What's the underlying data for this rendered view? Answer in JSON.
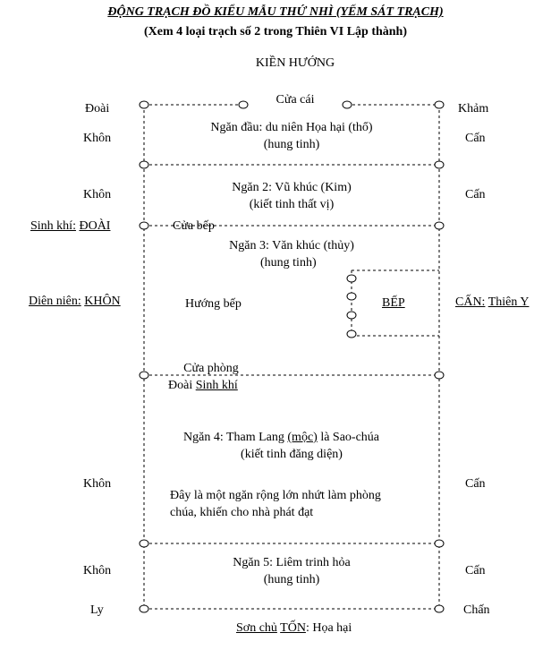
{
  "title": "ĐỘNG TRẠCH ĐỒ KIỂU MẪU THỨ NHÌ (YẾM SÁT TRẠCH)",
  "subtitle": "(Xem 4 loại trạch số 2 trong Thiên VI Lập thành)",
  "direction_top": "KIỀN HƯỚNG",
  "door_main": "Cửa cái",
  "left_labels": {
    "doai_top": "Đoài",
    "khon_1": "Khôn",
    "khon_2": "Khôn",
    "sinh_khi_prefix": "Sinh khí:",
    "sinh_khi_value": "ĐOÀI",
    "dien_nien_prefix": "Diên niên:",
    "dien_nien_value": "KHÔN",
    "khon_3": "Khôn",
    "khon_4": "Khôn",
    "ly": "Ly"
  },
  "right_labels": {
    "kham": "Khảm",
    "can_1": "Cấn",
    "can_2": "Cấn",
    "can_thien_y_prefix": "CẤN:",
    "can_thien_y_value": "Thiên Y",
    "can_3": "Cấn",
    "can_4": "Cấn",
    "chan": "Chấn"
  },
  "compartments": {
    "ngan_dau_line1": "Ngăn đầu: du niên Họa hại (thổ)",
    "ngan_dau_line2": "(hung tinh)",
    "ngan_2_line1": "Ngăn 2: Vũ khúc (Kim)",
    "ngan_2_line2": "(kiết tinh thất vị)",
    "cua_bep": "Cửa bếp",
    "ngan_3_line1": "Ngăn 3: Văn khúc (thủy)",
    "ngan_3_line2": "(hung tinh)",
    "huong_bep": "Hướng bếp",
    "bep": "BẾP",
    "cua_phong": "Cửa phòng",
    "doai_prefix": "Đoài",
    "sinh_khi_room": "Sinh khí",
    "ngan_4_prefix": "Ngăn 4: Tham Lang",
    "ngan_4_moc": "(mộc)",
    "ngan_4_suffix": "là Sao-chúa",
    "ngan_4_line2": "(kiết tinh đăng diện)",
    "ngan_4_desc1": "Đây là một ngăn rộng lớn nhứt làm phòng",
    "ngan_4_desc2": "chúa, khiến cho nhà phát đạt",
    "ngan_5_line1": "Ngăn 5: Liêm trinh hỏa",
    "ngan_5_line2": "(hung tinh)"
  },
  "bottom": {
    "son_chu_prefix": "Sơn chủ",
    "son_chu_value": "TỐN",
    "son_chu_suffix": ": Họa hại"
  }
}
